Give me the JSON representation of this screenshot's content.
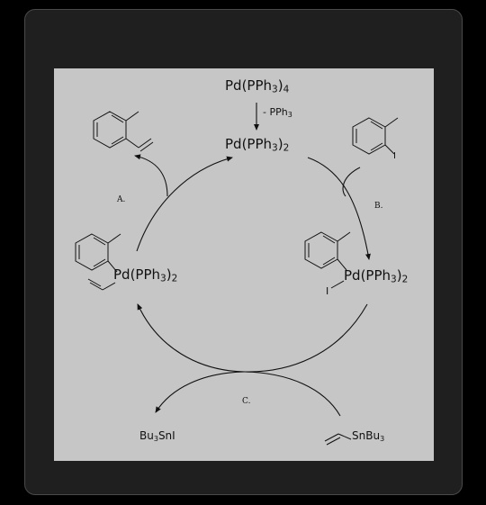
{
  "diagram": {
    "precursor": {
      "text": "Pd(PPh",
      "sub": "3",
      "close": ")",
      "sub2": "4"
    },
    "loss_label": "- PPh",
    "loss_sub": "3",
    "catalyst": {
      "text": "Pd(PPh",
      "sub": "3",
      "close": ")",
      "sub2": "2"
    },
    "steps": {
      "a": "A.",
      "b": "B.",
      "c": "C."
    },
    "aryl_iodide_label": "I",
    "oxidative_adduct": {
      "pd": "Pd(PPh",
      "sub": "3",
      "close": ")",
      "sub2": "2",
      "iodide": "I"
    },
    "vinyl_complex": {
      "pd": "Pd(PPh",
      "sub": "3",
      "close": ")",
      "sub2": "2"
    },
    "stannane": {
      "text": "SnBu",
      "sub": "3"
    },
    "tin_byproduct": {
      "text": "Bu",
      "sub": "3",
      "rest": "SnI"
    }
  },
  "colors": {
    "frame_bg": "#1f1f1f",
    "figure_bg": "#c6c6c6",
    "ink": "#111111"
  }
}
